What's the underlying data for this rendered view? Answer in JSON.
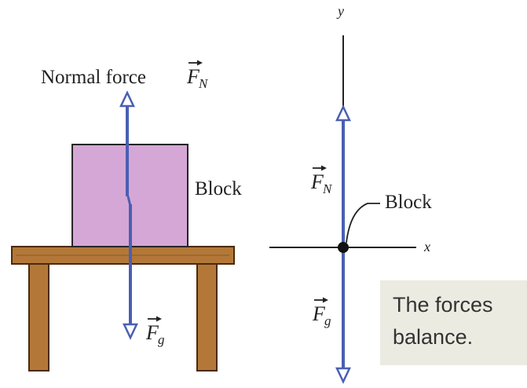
{
  "left_figure": {
    "normal_force_text": "Normal force",
    "fn_letter": "F",
    "fn_subscript": "N",
    "block_label": "Block",
    "fg_letter": "F",
    "fg_subscript": "g"
  },
  "right_figure": {
    "y_axis_label": "y",
    "x_axis_label": "x",
    "fn_letter": "F",
    "fn_subscript": "N",
    "fg_letter": "F",
    "fg_subscript": "g",
    "block_label": "Block",
    "note_line1": "The forces",
    "note_line2": "balance."
  },
  "colors": {
    "vector": "#4a5fb2",
    "block_fill": "#d5a7d6",
    "block_stroke": "#262626",
    "table_fill": "#b37838",
    "table_stroke": "#4a2a0c",
    "note_bg": "#ecebe2"
  }
}
